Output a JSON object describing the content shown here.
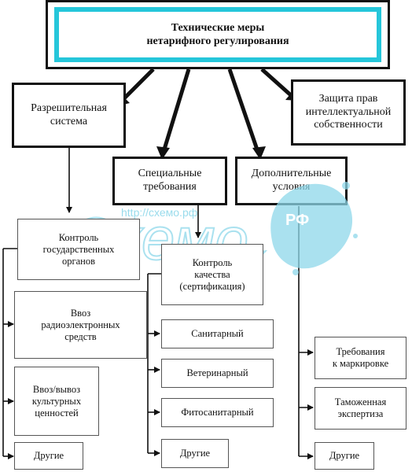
{
  "top": {
    "title": "Технические меры\nнетарифного регулирования"
  },
  "level1": {
    "permit": "Разрешительная\nсистема",
    "special": "Специальные\nтребования",
    "additional": "Дополнительные\nусловия",
    "ip": "Защита прав\nинтеллектуальной\nсобственности"
  },
  "permit_children": {
    "state_control": "Контроль\nгосударственных\nорганов",
    "radio": "Ввоз\nрадиоэлектронных\nсредств",
    "cultural": "Ввоз/вывоз\nкультурных\nценностей",
    "other": "Другие"
  },
  "special_children": {
    "quality": "Контроль\nкачества\n(сертификация)",
    "sanitary": "Санитарный",
    "veterinary": "Ветеринарный",
    "phyto": "Фитосанитарный",
    "other": "Другие"
  },
  "additional_children": {
    "marking": "Требования\nк маркировке",
    "customs": "Таможенная\nэкспертиза",
    "other": "Другие"
  },
  "watermark": {
    "url": "http://схемо.рф",
    "logo": "Схемо",
    "badge": "РФ"
  },
  "colors": {
    "accent": "#25c6da",
    "watermark": "#8ed8ea",
    "line": "#111111"
  }
}
